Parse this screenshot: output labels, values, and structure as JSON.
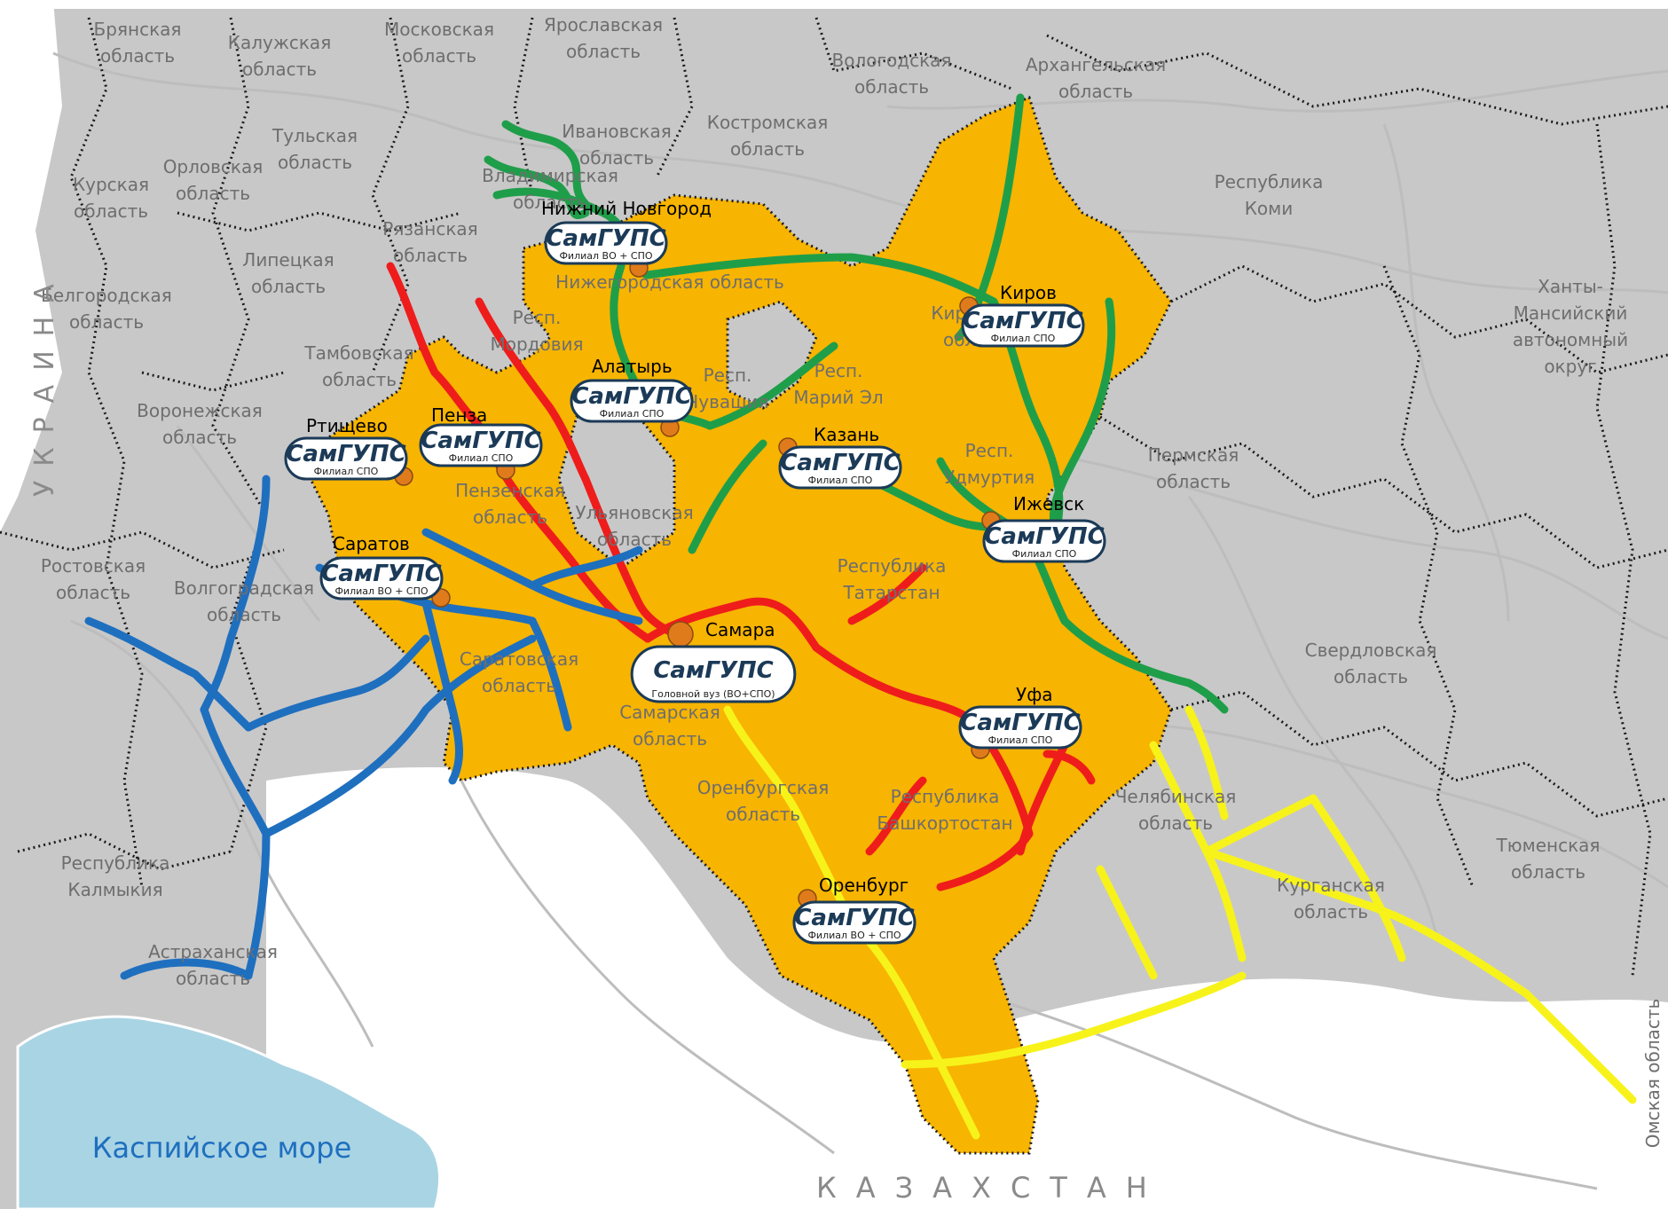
{
  "colors": {
    "background": "#c8c8c8",
    "outside": "#ffffff",
    "region_highlight": "#f7b400",
    "sea": "#a9d4e4",
    "green_line": "#1f9e4a",
    "red_line": "#ef1c1c",
    "blue_line": "#1f6fbf",
    "yellow_line": "#f7f31a",
    "station": "#e07b1c",
    "badge_border": "#1b3a57"
  },
  "sea_label": "Каспийское море",
  "countries": {
    "ukraine": "УКРАИНА",
    "kazakhstan": "КАЗАХСТАН"
  },
  "regions": [
    {
      "id": "bryansk",
      "lines": [
        "Брянская",
        "область"
      ]
    },
    {
      "id": "kaluga",
      "lines": [
        "Калужская",
        "область"
      ]
    },
    {
      "id": "moscow",
      "lines": [
        "Московская",
        "область"
      ]
    },
    {
      "id": "yaroslavl",
      "lines": [
        "Ярославская",
        "область"
      ]
    },
    {
      "id": "vologda",
      "lines": [
        "Вологодская",
        "область"
      ]
    },
    {
      "id": "arkhangelsk",
      "lines": [
        "Архангельская",
        "область"
      ]
    },
    {
      "id": "ivanovo",
      "lines": [
        "Ивановская",
        "область"
      ]
    },
    {
      "id": "kostroma",
      "lines": [
        "Костромская",
        "область"
      ]
    },
    {
      "id": "tula",
      "lines": [
        "Тульская",
        "область"
      ]
    },
    {
      "id": "oryol",
      "lines": [
        "Орловская",
        "область"
      ]
    },
    {
      "id": "kursk",
      "lines": [
        "Курская",
        "область"
      ]
    },
    {
      "id": "vladimir",
      "lines": [
        "Владимирская",
        "область"
      ]
    },
    {
      "id": "komi",
      "lines": [
        "Республика",
        "Коми"
      ]
    },
    {
      "id": "ryazan",
      "lines": [
        "Рязанская",
        "область"
      ]
    },
    {
      "id": "lipetsk",
      "lines": [
        "Липецкая",
        "область"
      ]
    },
    {
      "id": "belgorod",
      "lines": [
        "Белгородская",
        "область"
      ]
    },
    {
      "id": "nizhny_region",
      "lines": [
        "Нижегородская область"
      ]
    },
    {
      "id": "kirov_region",
      "lines": [
        "Кировская",
        "область"
      ]
    },
    {
      "id": "khanty",
      "lines": [
        "Ханты-",
        "Мансийский",
        "автономный",
        "округ"
      ]
    },
    {
      "id": "mordovia",
      "lines": [
        "Респ.",
        "Мордовия"
      ]
    },
    {
      "id": "tambov",
      "lines": [
        "Тамбовская",
        "область"
      ]
    },
    {
      "id": "chuvashia",
      "lines": [
        "Респ.",
        "Чувашия"
      ]
    },
    {
      "id": "mari",
      "lines": [
        "Респ.",
        "Марий Эл"
      ]
    },
    {
      "id": "voronezh",
      "lines": [
        "Воронежская",
        "область"
      ]
    },
    {
      "id": "udmurtia",
      "lines": [
        "Респ.",
        "Удмуртия"
      ]
    },
    {
      "id": "perm",
      "lines": [
        "Пермская",
        "область"
      ]
    },
    {
      "id": "penza_region",
      "lines": [
        "Пензенская",
        "область"
      ]
    },
    {
      "id": "ulyanovsk",
      "lines": [
        "Ульяновская",
        "область"
      ]
    },
    {
      "id": "rostov",
      "lines": [
        "Ростовская",
        "область"
      ]
    },
    {
      "id": "volgograd",
      "lines": [
        "Волгоградская",
        "область"
      ]
    },
    {
      "id": "tatarstan",
      "lines": [
        "Республика",
        "Татарстан"
      ]
    },
    {
      "id": "sverdlovsk",
      "lines": [
        "Свердловская",
        "область"
      ]
    },
    {
      "id": "saratov_region",
      "lines": [
        "Саратовская",
        "область"
      ]
    },
    {
      "id": "samara_region",
      "lines": [
        "Самарская",
        "область"
      ]
    },
    {
      "id": "orenburg_region",
      "lines": [
        "Оренбургская",
        "область"
      ]
    },
    {
      "id": "bashkortostan",
      "lines": [
        "Республика",
        "Башкортостан"
      ]
    },
    {
      "id": "chelyabinsk",
      "lines": [
        "Челябинская",
        "область"
      ]
    },
    {
      "id": "kalmykia",
      "lines": [
        "Республика",
        "Калмыкия"
      ]
    },
    {
      "id": "tyumen",
      "lines": [
        "Тюменская",
        "область"
      ]
    },
    {
      "id": "kurgan",
      "lines": [
        "Курганская",
        "область"
      ]
    },
    {
      "id": "astrakhan",
      "lines": [
        "Астраханская",
        "область"
      ]
    },
    {
      "id": "omsk",
      "lines": [
        "Омская область"
      ]
    }
  ],
  "cities": [
    {
      "id": "nizhny",
      "name": "Нижний Новгород",
      "badge_sub": "Филиал ВО + СПО"
    },
    {
      "id": "kirov",
      "name": "Киров",
      "badge_sub": "Филиал СПО"
    },
    {
      "id": "alatyr",
      "name": "Алатырь",
      "badge_sub": "Филиал СПО"
    },
    {
      "id": "kazan",
      "name": "Казань",
      "badge_sub": "Филиал СПО"
    },
    {
      "id": "penza",
      "name": "Пенза",
      "badge_sub": "Филиал СПО"
    },
    {
      "id": "rtishchevo",
      "name": "Ртищево",
      "badge_sub": "Филиал СПО"
    },
    {
      "id": "izhevsk",
      "name": "Ижевск",
      "badge_sub": "Филиал СПО"
    },
    {
      "id": "saratov",
      "name": "Саратов",
      "badge_sub": "Филиал ВО + СПО"
    },
    {
      "id": "samara",
      "name": "Самара",
      "badge_sub": "Головной вуз (ВО+СПО)"
    },
    {
      "id": "ufa",
      "name": "Уфа",
      "badge_sub": "Филиал СПО"
    },
    {
      "id": "orenburg",
      "name": "Оренбург",
      "badge_sub": "Филиал ВО + СПО"
    }
  ],
  "logo_text": "СамГУПС"
}
